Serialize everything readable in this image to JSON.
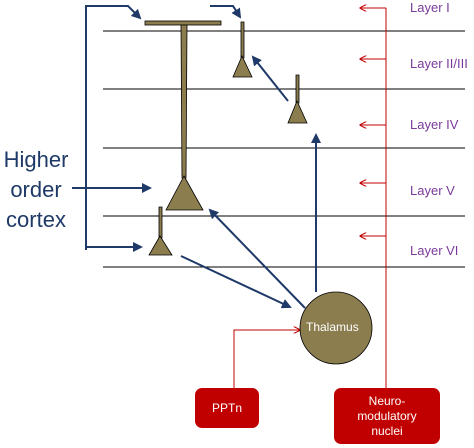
{
  "layers": [
    "Layer I",
    "Layer II/III",
    "Layer IV",
    "Layer V",
    "Layer VI"
  ],
  "cortex_label": [
    "Higher",
    "order",
    "cortex"
  ],
  "thalamus_label": "Thalamus",
  "pptn_label": "PPTn",
  "neuro_label": [
    "Neuro-",
    "modulatory",
    "nuclei"
  ],
  "colors": {
    "neuron": "#8b7d4e",
    "blue_arrow": "#1f3a68",
    "red": "#c00000",
    "layer_text": "#7a3a9a",
    "line": "#000000"
  }
}
